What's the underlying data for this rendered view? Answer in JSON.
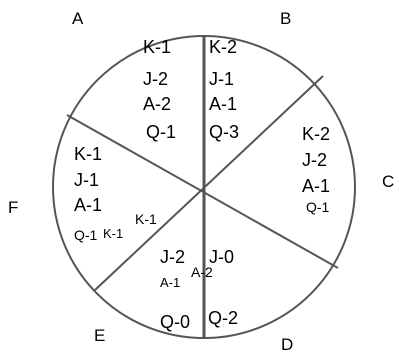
{
  "outer_labels": [
    "A",
    "B",
    "C",
    "D",
    "E",
    "F"
  ],
  "sectors": [
    {
      "id": "top-left",
      "lines": [
        "K-1",
        "J-2",
        "A-2",
        "Q-1"
      ]
    },
    {
      "id": "top-right",
      "lines": [
        "K-2",
        "J-1",
        "A-1",
        "Q-3"
      ]
    },
    {
      "id": "right",
      "lines": [
        "K-2",
        "J-2",
        "A-1",
        "Q-1"
      ]
    },
    {
      "id": "left",
      "lines": [
        "K-1",
        "J-1",
        "A-1",
        "Q-1"
      ]
    },
    {
      "id": "bottom-left",
      "lines": [
        "J-2",
        "A-1",
        "Q-0"
      ]
    },
    {
      "id": "bottom-right",
      "lines": [
        "J-0",
        "A-2",
        "Q-2"
      ]
    }
  ],
  "overlap_labels": [
    "K-1",
    "K-1"
  ],
  "colors": {
    "circle": "#555555",
    "text": "#000000"
  }
}
